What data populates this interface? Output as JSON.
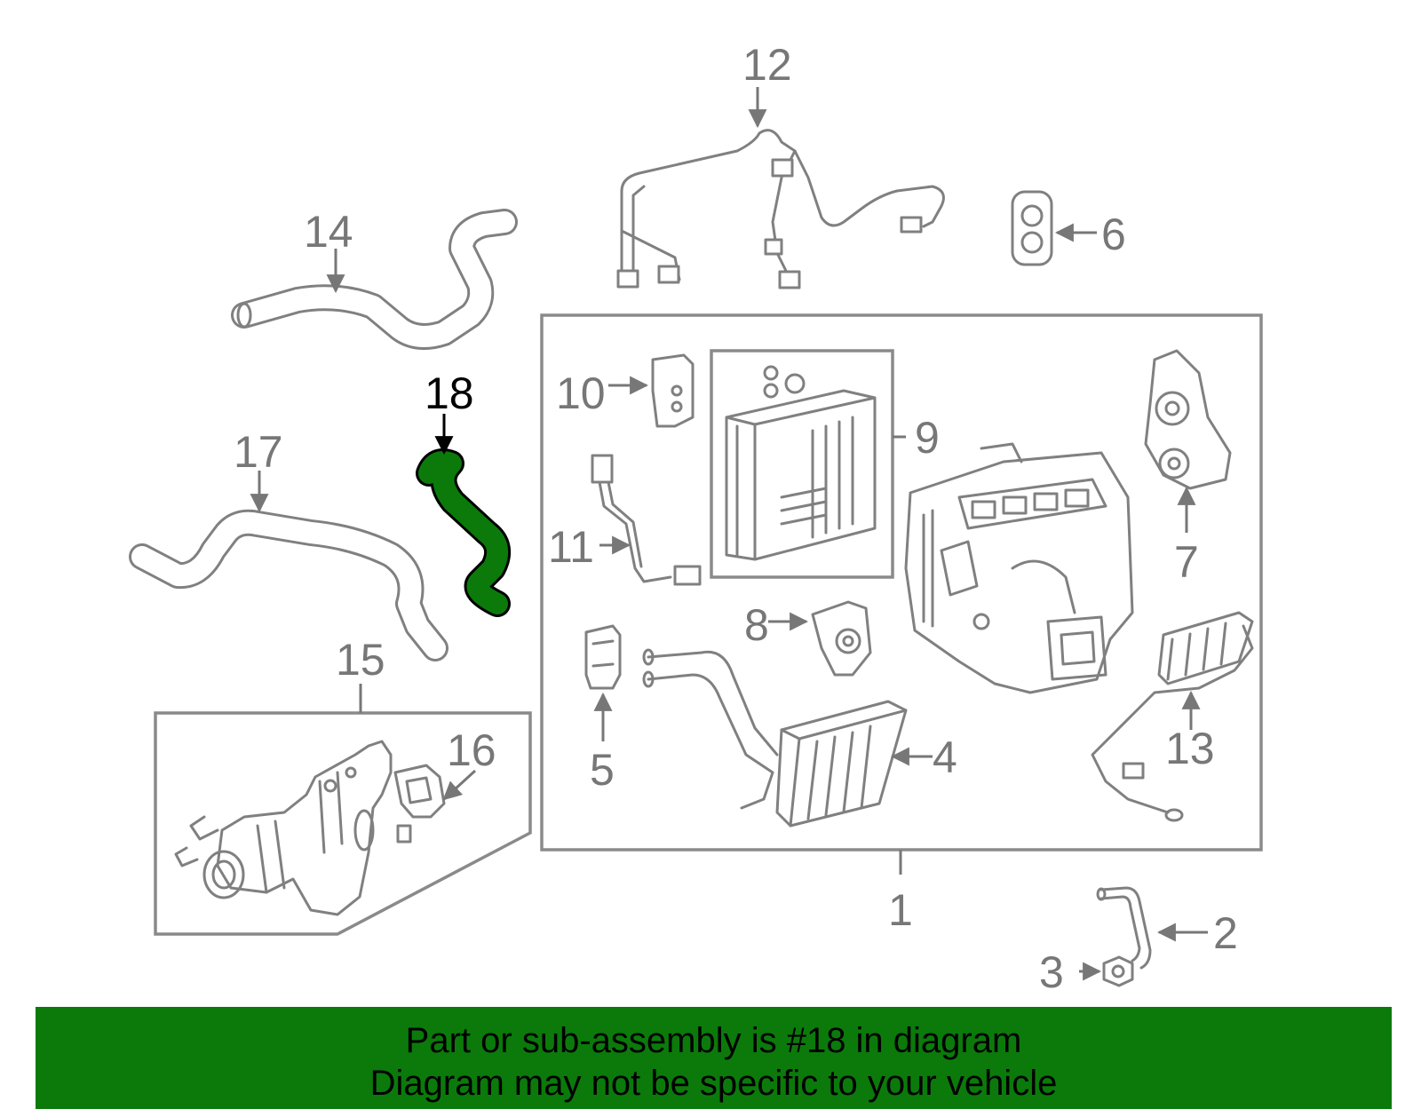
{
  "diagram": {
    "highlight_color": "#0b7a0b",
    "highlighted_part": "18",
    "callouts": {
      "c1": "1",
      "c2": "2",
      "c3": "3",
      "c4": "4",
      "c5": "5",
      "c6": "6",
      "c7": "7",
      "c8": "8",
      "c9": "9",
      "c10": "10",
      "c11": "11",
      "c12": "12",
      "c13": "13",
      "c14": "14",
      "c15": "15",
      "c16": "16",
      "c17": "17",
      "c18": "18"
    }
  },
  "banner": {
    "line1": "Part or sub-assembly is #18 in diagram",
    "line2": "Diagram may not be specific to your vehicle",
    "background": "#0b7a0b"
  }
}
